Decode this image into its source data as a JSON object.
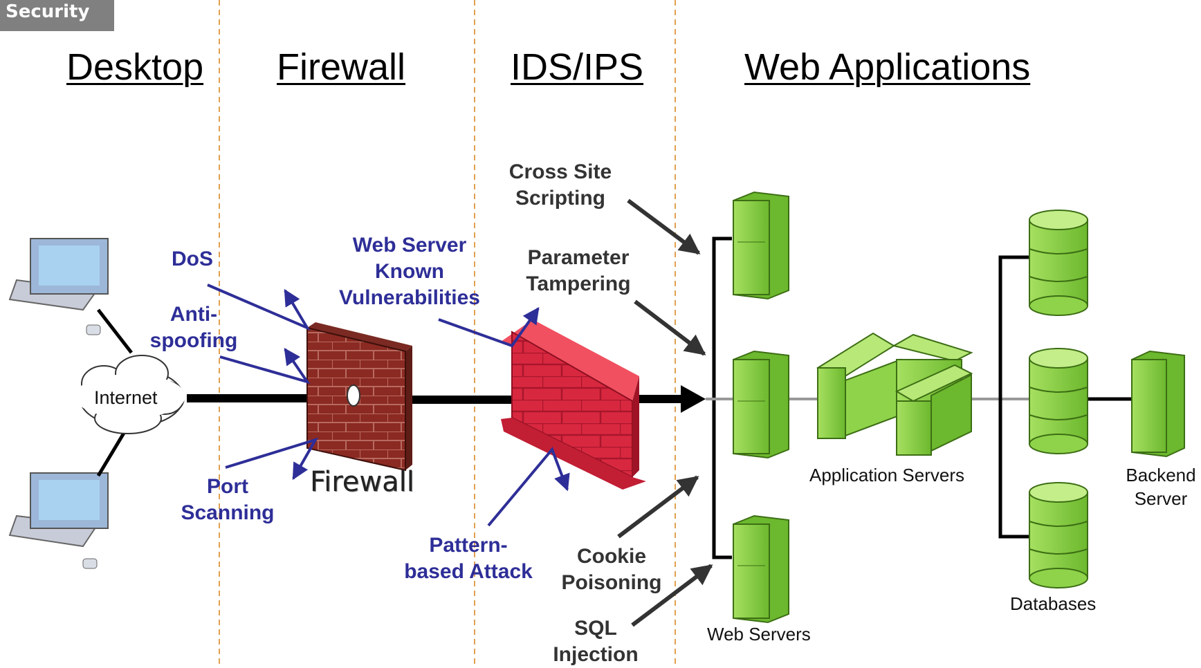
{
  "tag": "Security",
  "sections": {
    "desktop": "Desktop",
    "firewall": "Firewall",
    "ids": "IDS/IPS",
    "web": "Web Applications"
  },
  "nodes": {
    "internet": "Internet",
    "firewall_label": "Firewall",
    "app_servers": "Application Servers",
    "backend_line1": "Backend",
    "backend_line2": "Server",
    "databases": "Databases",
    "web_servers": "Web Servers"
  },
  "attacks": {
    "dos": "DoS",
    "anti_line1": "Anti-",
    "anti_line2": "spoofing",
    "port_line1": "Port",
    "port_line2": "Scanning",
    "wsv_line1": "Web Server",
    "wsv_line2": "Known",
    "wsv_line3": "Vulnerabilities",
    "pattern_line1": "Pattern-",
    "pattern_line2": "based Attack",
    "xss_line1": "Cross Site",
    "xss_line2": "Scripting",
    "param_line1": "Parameter",
    "param_line2": "Tampering",
    "cookie_line1": "Cookie",
    "cookie_line2": "Poisoning",
    "sql_line1": "SQL",
    "sql_line2": "Injection"
  },
  "colors": {
    "attack_blue": "#2e2e98",
    "attack_dark": "#333333",
    "server_green": "#8fd34a",
    "firewall_brick": "#8b2a22",
    "ids_wall": "#d8283f"
  }
}
